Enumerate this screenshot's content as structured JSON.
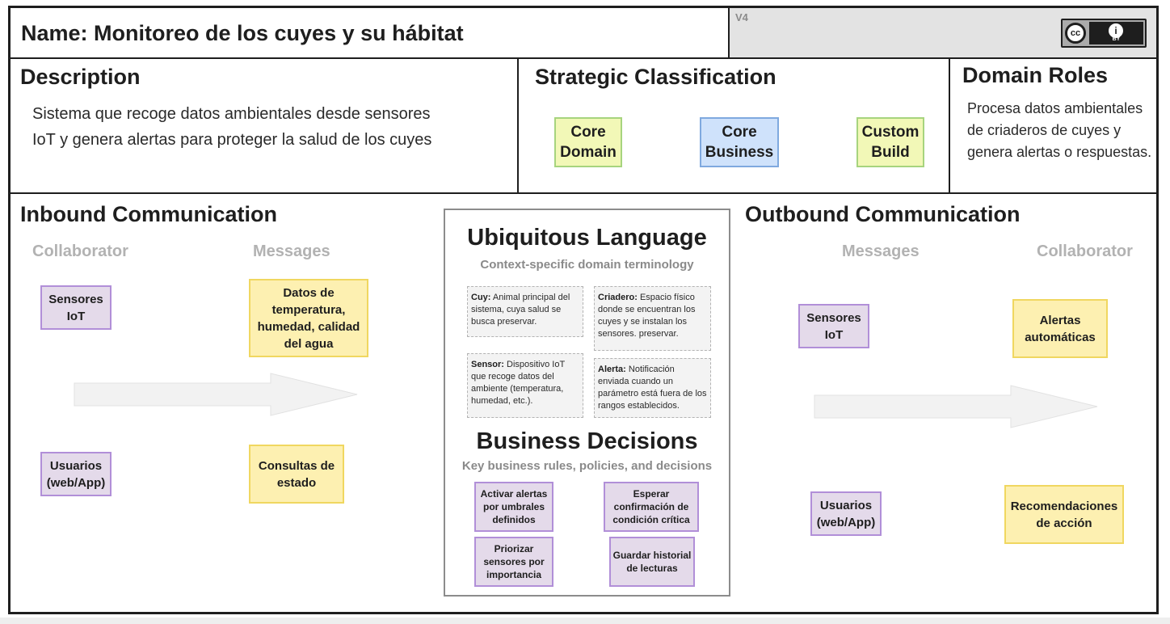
{
  "header": {
    "name_title": "Name: Monitoreo de los cuyes y su hábitat",
    "version": "V4",
    "license": {
      "cc": "cc",
      "by": "BY"
    }
  },
  "description": {
    "title": "Description",
    "text": "Sistema que recoge datos ambientales desde sensores IoT y genera alertas para proteger la salud de los cuyes"
  },
  "strategic": {
    "title": "Strategic Classification",
    "tags": [
      {
        "label": "Core Domain",
        "color": "#f2f8b7"
      },
      {
        "label": "Core Business",
        "color": "#cfe2fb"
      },
      {
        "label": "Custom Build",
        "color": "#f2f8b7"
      }
    ]
  },
  "domain_roles": {
    "title": "Domain Roles",
    "text": "Procesa datos ambientales de criaderos de cuyes y genera alertas o respuestas."
  },
  "inbound": {
    "title": "Inbound Communication",
    "collaborator_head": "Collaborator",
    "messages_head": "Messages",
    "collaborators": [
      "Sensores IoT",
      "Usuarios (web/App)"
    ],
    "messages": [
      "Datos de temperatura, humedad, calidad del agua",
      "Consultas de estado"
    ]
  },
  "ubiquitous": {
    "title": "Ubiquitous Language",
    "subtitle": "Context-specific domain terminology",
    "terms": [
      {
        "term": "Cuy:",
        "definition": "Animal principal del sistema, cuya salud se busca preservar."
      },
      {
        "term": "Criadero:",
        "definition": "Espacio físico donde se encuentran los cuyes y se instalan los sensores. preservar."
      },
      {
        "term": "Sensor:",
        "definition": "Dispositivo IoT que recoge datos del ambiente (temperatura, humedad, etc.)."
      },
      {
        "term": "Alerta:",
        "definition": "Notificación enviada cuando un parámetro está fuera de los rangos establecidos."
      }
    ]
  },
  "business": {
    "title": "Business Decisions",
    "subtitle": "Key business rules, policies, and decisions",
    "decisions": [
      "Activar alertas por umbrales definidos",
      "Esperar confirmación de condición crítica",
      "Priorizar sensores por importancia",
      "Guardar historial de lecturas"
    ]
  },
  "outbound": {
    "title": "Outbound Communication",
    "messages_head": "Messages",
    "collaborator_head": "Collaborator",
    "messages": [
      "Sensores IoT",
      "Usuarios (web/App)"
    ],
    "collaborators": [
      "Alertas automáticas",
      "Recomendaciones de acción"
    ]
  },
  "colors": {
    "purple_note": "#e4daea",
    "yellow_note": "#fdf0b1",
    "green_tag": "#f2f8b7",
    "blue_tag": "#cfe2fb"
  }
}
